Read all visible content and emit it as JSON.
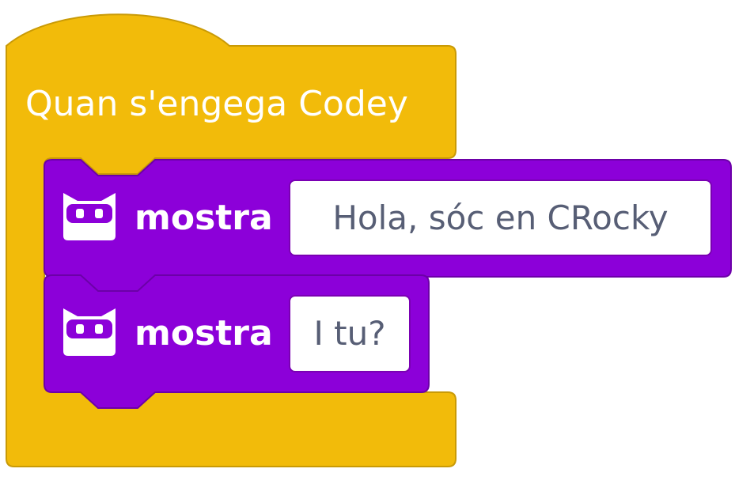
{
  "colors": {
    "event_block": "#f2bb0a",
    "event_border": "#c99a06",
    "codey_block": "#8c00d9",
    "codey_border": "#6c00a8",
    "input_text": "#575e75"
  },
  "hat_block": {
    "label": "Quan s'engega Codey"
  },
  "blocks": [
    {
      "icon": "codey-robot-icon",
      "label": "mostra",
      "input_value": "Hola, sóc en CRocky"
    },
    {
      "icon": "codey-robot-icon",
      "label": "mostra",
      "input_value": "I tu?"
    }
  ]
}
